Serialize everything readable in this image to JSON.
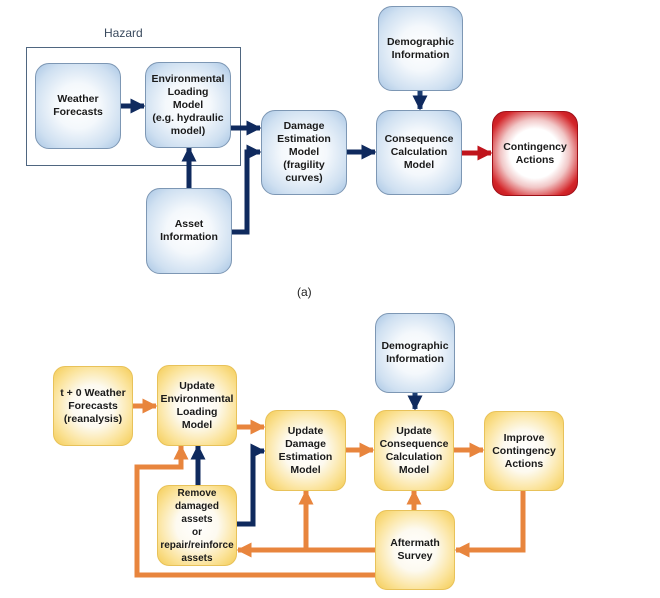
{
  "figure_a": {
    "group_label": "Hazard",
    "caption": "(a)",
    "nodes": {
      "weather": "Weather\nForecasts",
      "env": "Environmental\nLoading\nModel\n(e.g. hydraulic\nmodel)",
      "asset": "Asset\nInformation",
      "damage": "Damage\nEstimation\nModel\n(fragility\ncurves)",
      "demographic": "Demographic\nInformation",
      "consequence": "Consequence\nCalculation\nModel",
      "contingency": "Contingency\nActions"
    }
  },
  "figure_b": {
    "nodes": {
      "t0": "t + 0 Weather\nForecasts\n(reanalysis)",
      "env": "Update\nEnvironmental\nLoading\nModel",
      "remove": "Remove\ndamaged assets\nor\nrepair/reinforce\nassets",
      "damage": "Update\nDamage\nEstimation\nModel",
      "demographic": "Demographic\nInformation",
      "consequence": "Update\nConsequence\nCalculation\nModel",
      "improve": "Improve\nContingency\nActions",
      "aftermath": "Aftermath\nSurvey"
    }
  },
  "colors": {
    "navy_arrow": "#0f2a5e",
    "red_arrow": "#c0141c",
    "orange_arrow": "#e8853d",
    "blue_node_edge": "#a9c6e4",
    "yellow_node_edge": "#f4cc55",
    "red_node_edge": "#b8121a"
  }
}
